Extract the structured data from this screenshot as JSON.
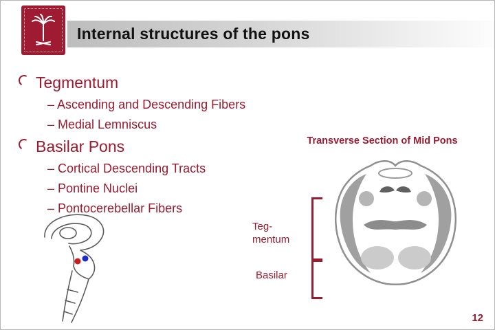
{
  "colors": {
    "accent_garnet": "#9A1B2F",
    "logo_background": "#9E1B32",
    "title_text": "#111111",
    "band_gray": "#c9c9c9"
  },
  "header": {
    "title": "Internal structures of the pons"
  },
  "outline": {
    "items": [
      {
        "level": 1,
        "text": "Tegmentum"
      },
      {
        "level": 2,
        "text": "– Ascending and Descending Fibers"
      },
      {
        "level": 2,
        "text": "– Medial Lemniscus"
      },
      {
        "level": 1,
        "text": "Basilar Pons"
      },
      {
        "level": 2,
        "text": "– Cortical Descending Tracts"
      },
      {
        "level": 2,
        "text": "– Pontine Nuclei"
      },
      {
        "level": 2,
        "text": "– Pontocerebellar Fibers"
      }
    ]
  },
  "right_panel": {
    "heading": "Transverse Section of Mid Pons",
    "labels": {
      "tegmentum_line1": "Teg-",
      "tegmentum_line2": "mentum",
      "basilar": "Basilar"
    }
  },
  "footer": {
    "page_number": "12"
  }
}
